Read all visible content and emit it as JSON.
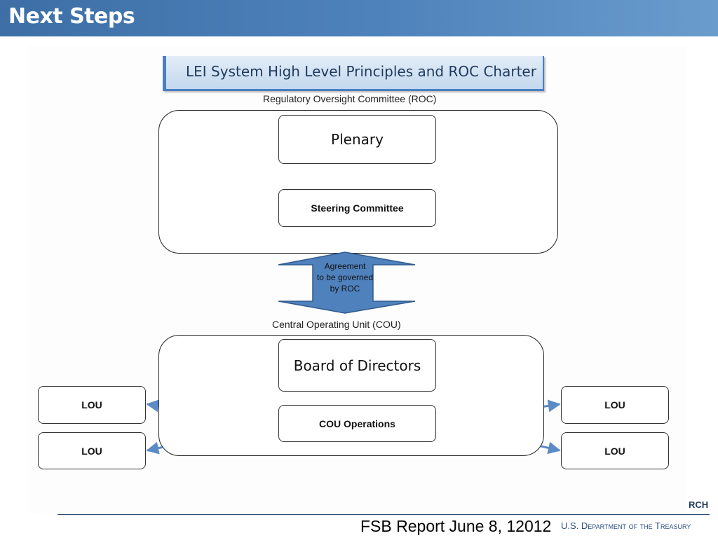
{
  "slide": {
    "title": "Next Steps"
  },
  "diagram": {
    "header": "LEI System High Level Principles and ROC Charter",
    "roc_label": "Regulatory Oversight Committee (ROC)",
    "plenary": "Plenary",
    "steering_committee": "Steering Committee",
    "agreement_lines": [
      "Agreement",
      "to be governed",
      "by ROC"
    ],
    "cou_label": "Central Operating Unit (COU)",
    "board": "Board of Directors",
    "cou_operations": "COU Operations",
    "lou_labels": [
      "LOU",
      "LOU",
      "LOU",
      "LOU"
    ]
  },
  "footer": {
    "rch_fragment": "RCH",
    "report": "FSB Report June 8, 12012",
    "treasury": "U.S. Department of the Treasury"
  },
  "colors": {
    "title_bar": "#4f83bb",
    "arrow_fill": "#4f81bd",
    "connector": "#5b8bc7"
  }
}
